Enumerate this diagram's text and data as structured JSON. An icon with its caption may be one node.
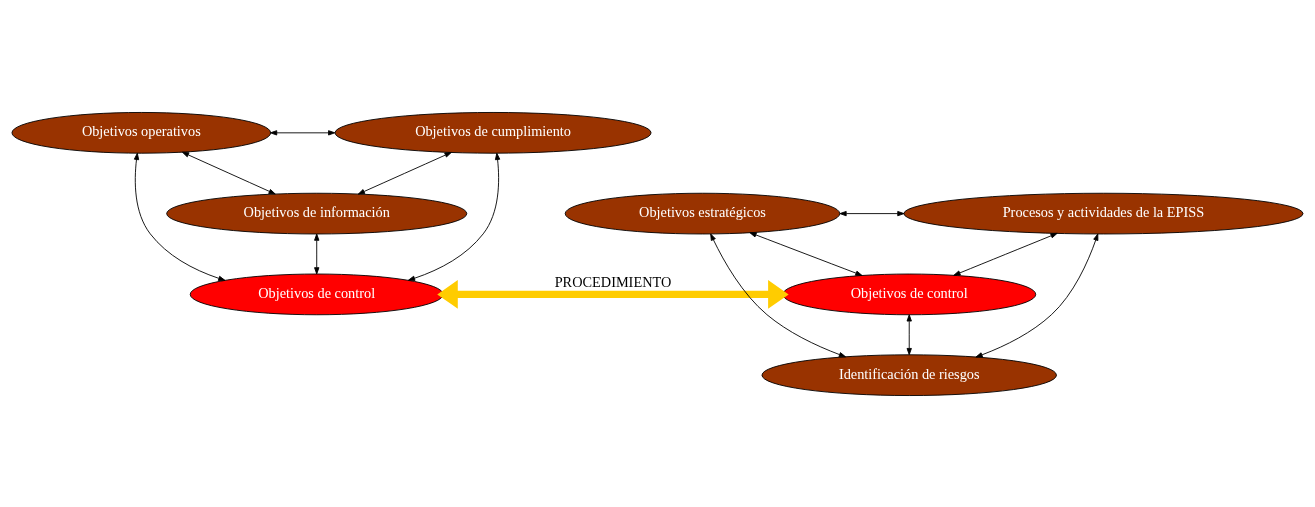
{
  "diagram": {
    "nodes": [
      {
        "text": [
          "Objetivos operativos"
        ]
      },
      {
        "text": [
          "Objetivos de cumplimiento"
        ]
      },
      {
        "text": [
          "Objetivos de información"
        ]
      },
      {
        "text": [
          "Objetivos de control"
        ]
      },
      {
        "text": [
          "Objetivos estratégicos"
        ]
      },
      {
        "text": [
          "Procesos y actividades de la EPISS"
        ]
      },
      {
        "text": [
          "Objetivos de control"
        ]
      },
      {
        "text": [
          "Identificación de riesgos"
        ]
      }
    ],
    "edges": [
      {
        "from": 0,
        "to": 1,
        "arrow": "both"
      },
      {
        "from": 0,
        "to": 2,
        "arrow": "both"
      },
      {
        "from": 1,
        "to": 2,
        "arrow": "both"
      },
      {
        "from": 0,
        "to": 3,
        "arrow": "both"
      },
      {
        "from": 1,
        "to": 3,
        "arrow": "both"
      },
      {
        "from": 2,
        "to": 3,
        "arrow": "both"
      },
      {
        "from": 3,
        "to": 6,
        "arrow": "both",
        "label": "PROCEDIMIENTO",
        "style": "thick",
        "color": "#ffcc00"
      },
      {
        "from": 4,
        "to": 5,
        "arrow": "both"
      },
      {
        "from": 4,
        "to": 6,
        "arrow": "both"
      },
      {
        "from": 5,
        "to": 6,
        "arrow": "both"
      },
      {
        "from": 4,
        "to": 7,
        "arrow": "both"
      },
      {
        "from": 5,
        "to": 7,
        "arrow": "both"
      },
      {
        "from": 6,
        "to": 7,
        "arrow": "both"
      }
    ]
  }
}
